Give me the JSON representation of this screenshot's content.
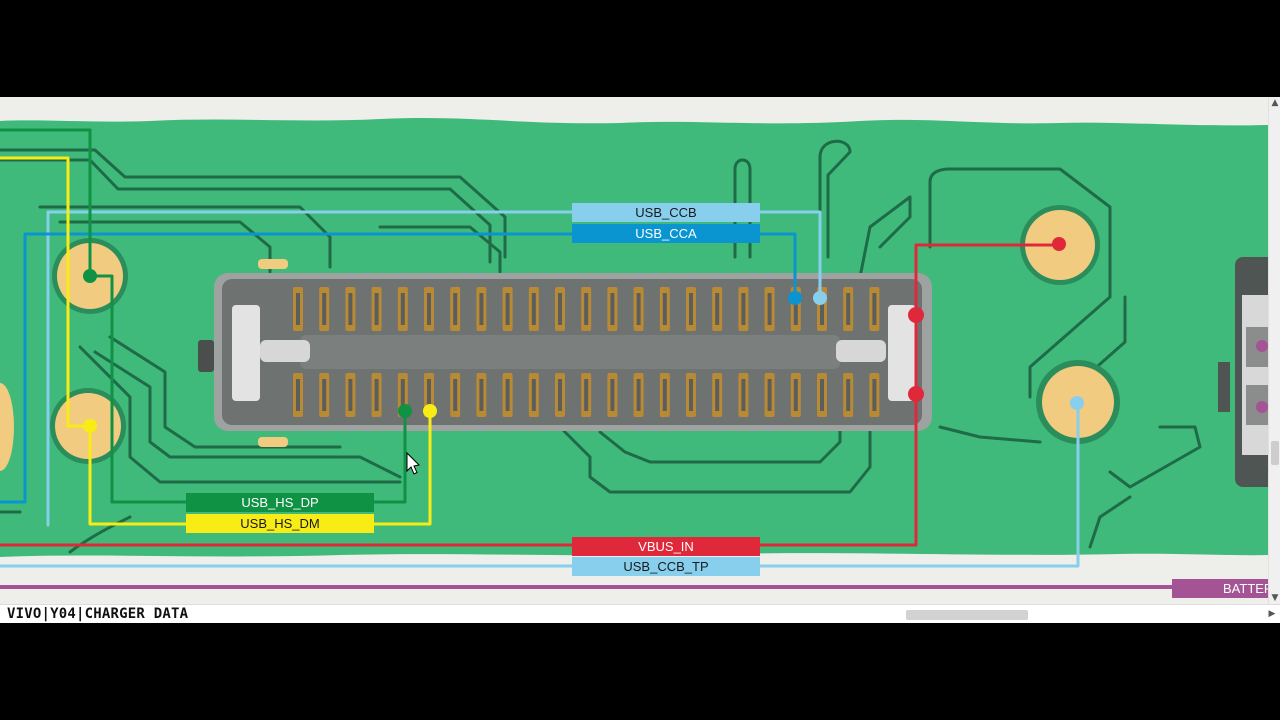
{
  "document": {
    "title": "VIVO|Y04|CHARGER DATA"
  },
  "nets": {
    "usb_ccb": "USB_CCB",
    "usb_cca": "USB_CCA",
    "usb_hs_dp": "USB_HS_DP",
    "usb_hs_dm": "USB_HS_DM",
    "vbus_in": "VBUS_IN",
    "usb_ccb_tp": "USB_CCB_TP",
    "battery": "BATTER"
  },
  "colors": {
    "board": "#3fba7a",
    "trace": "#1f6b47",
    "pad": "#f1cb7f",
    "connector": "#6e7270",
    "pin": "#b88a34",
    "usb_ccb": "#88cfee",
    "usb_cca": "#0a94d0",
    "usb_hs_dp": "#109244",
    "usb_hs_dm": "#f8ec16",
    "vbus_in": "#e0283b",
    "usb_ccb_tp": "#88cfee",
    "battery": "#a45494"
  },
  "icons": {
    "cursor": "arrow-cursor-icon",
    "scroll_up": "scroll-up-arrow-icon",
    "scroll_down": "scroll-down-arrow-icon",
    "scroll_right": "scroll-right-arrow-icon"
  }
}
